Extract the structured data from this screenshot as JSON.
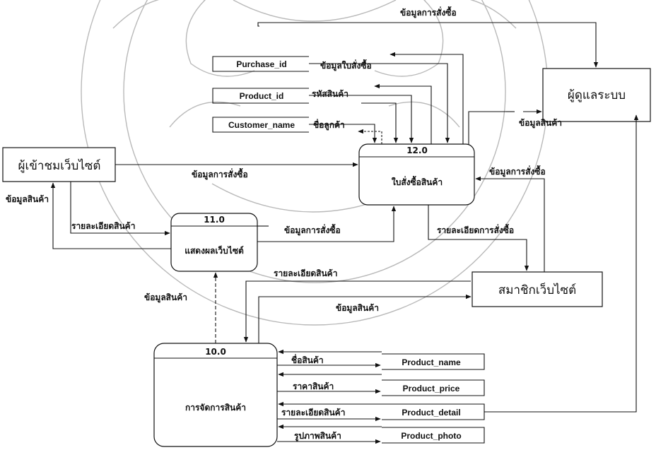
{
  "entities": {
    "admin": "ผู้ดูแลระบบ",
    "visitor": "ผู้เข้าชมเว็บไซต์",
    "member": "สมาชิกเว็บไซต์"
  },
  "processes": {
    "p10": {
      "id": "10.0",
      "name": "การจัดการสินค้า"
    },
    "p11": {
      "id": "11.0",
      "name": "แสดงผลเว็บไซต์"
    },
    "p12": {
      "id": "12.0",
      "name": "ใบสั่งซื้อสินค้า"
    }
  },
  "datastores": {
    "purchase_id": "Purchase_id",
    "product_id": "Product_id",
    "customer_name": "Customer_name",
    "product_name": "Product_name",
    "product_price": "Product_price",
    "product_detail": "Product_detail",
    "product_photo": "Product_photo"
  },
  "flows": {
    "top_order_info": "ข้อมูลการสั่งซื้อ",
    "purchase_info": "ข้อมูลใบสั่งซื้อ",
    "product_code": "รหัสสินค้า",
    "customer_name": "ชื่อลูกค้า",
    "admin_product_info": "ข้อมูลสินค้า",
    "visitor_order_info": "ข้อมูลการสั่งซื้อ",
    "member_order_info": "ข้อมูลการสั่งซื้อ",
    "visitor_product_info": "ข้อมูลสินค้า",
    "product_detail_to_p11": "รายละเอียดสินค้า",
    "p11_order_info": "ข้อมูลการสั่งซื้อ",
    "order_detail": "รายละเอียดการสั่งซื้อ",
    "product_detail_member": "รายละเอียดสินค้า",
    "member_product_info": "ข้อมูลสินค้า",
    "p10_product_info": "ข้อมูลสินค้า",
    "product_name": "ชื่อสินค้า",
    "product_price": "ราคาสินค้า",
    "product_detail": "รายละเอียดสินค้า",
    "product_photo": "รูปภาพสินค้า"
  }
}
